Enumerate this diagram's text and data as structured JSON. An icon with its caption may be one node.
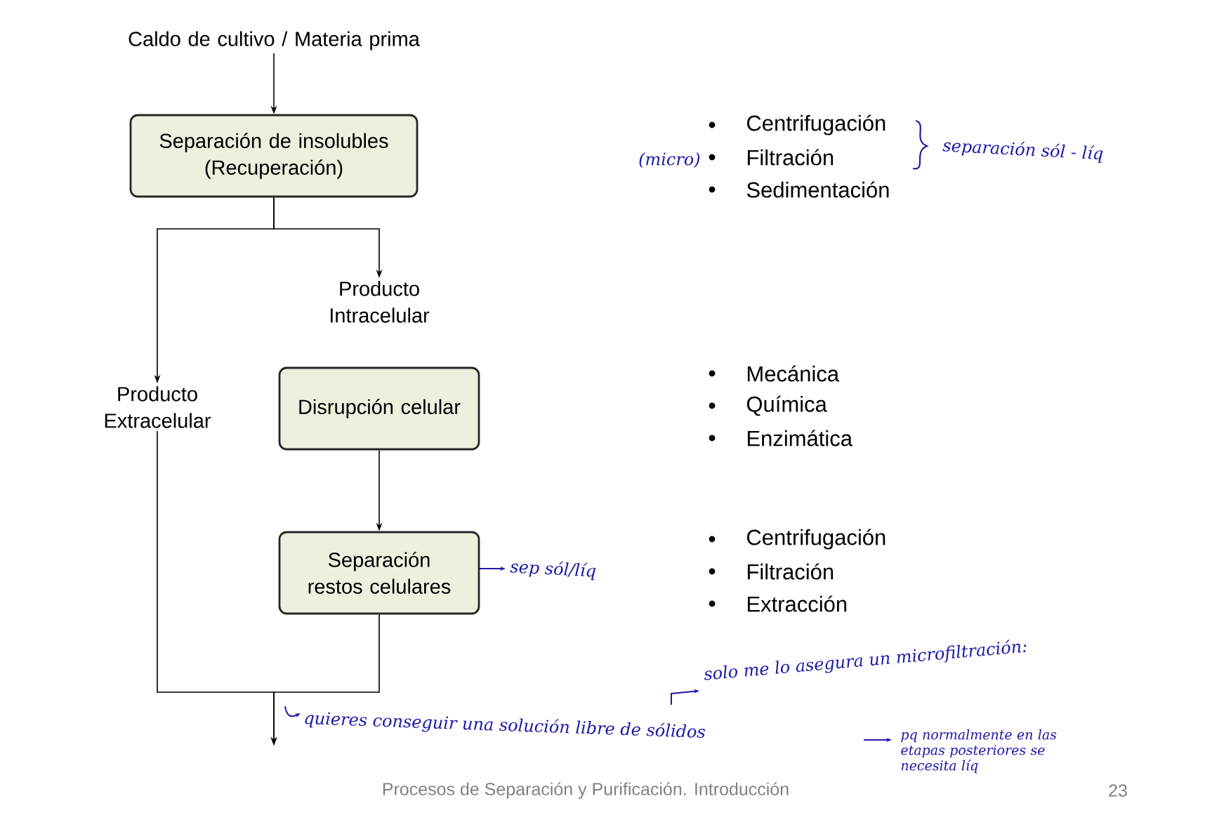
{
  "diagram": {
    "nodes": [
      {
        "text": [
          "Caldo de cultivo / Materia prima"
        ]
      },
      {
        "text": [
          "Separación de insolubles (Recuperación)"
        ]
      },
      {
        "text": [
          "Producto Intracelular"
        ]
      },
      {
        "text": [
          "Producto Extracelular"
        ]
      },
      {
        "text": [
          "Disrupción celular"
        ]
      },
      {
        "text": [
          "Separación restos celulares"
        ]
      }
    ],
    "edges": [
      {
        "from": 0,
        "to": 1,
        "arrow": "to"
      },
      {
        "from": 1,
        "to": 2,
        "arrow": "to"
      },
      {
        "from": 1,
        "to": 3,
        "arrow": "to"
      },
      {
        "from": 4,
        "to": 5,
        "arrow": "to"
      },
      {
        "from": 5,
        "to": null,
        "arrow": "to"
      },
      {
        "from": 3,
        "to": null,
        "arrow": "to"
      }
    ],
    "labels": [
      "Centrifugación",
      "(micro)",
      "Filtración",
      "separación sól - líq",
      "Sedimentación",
      "Mecánica",
      "Química",
      "Enzimática",
      "Centrifugación",
      "sep sól/líq",
      "Filtración",
      "Extracción",
      "solo me lo asegura un microfiltración:",
      "quieres conseguir una solución libre de sólidos",
      "pq normalmente en las etapas posteriores se necesita líq",
      "Procesos de Separación y Purificación. Introducción",
      "23"
    ]
  }
}
